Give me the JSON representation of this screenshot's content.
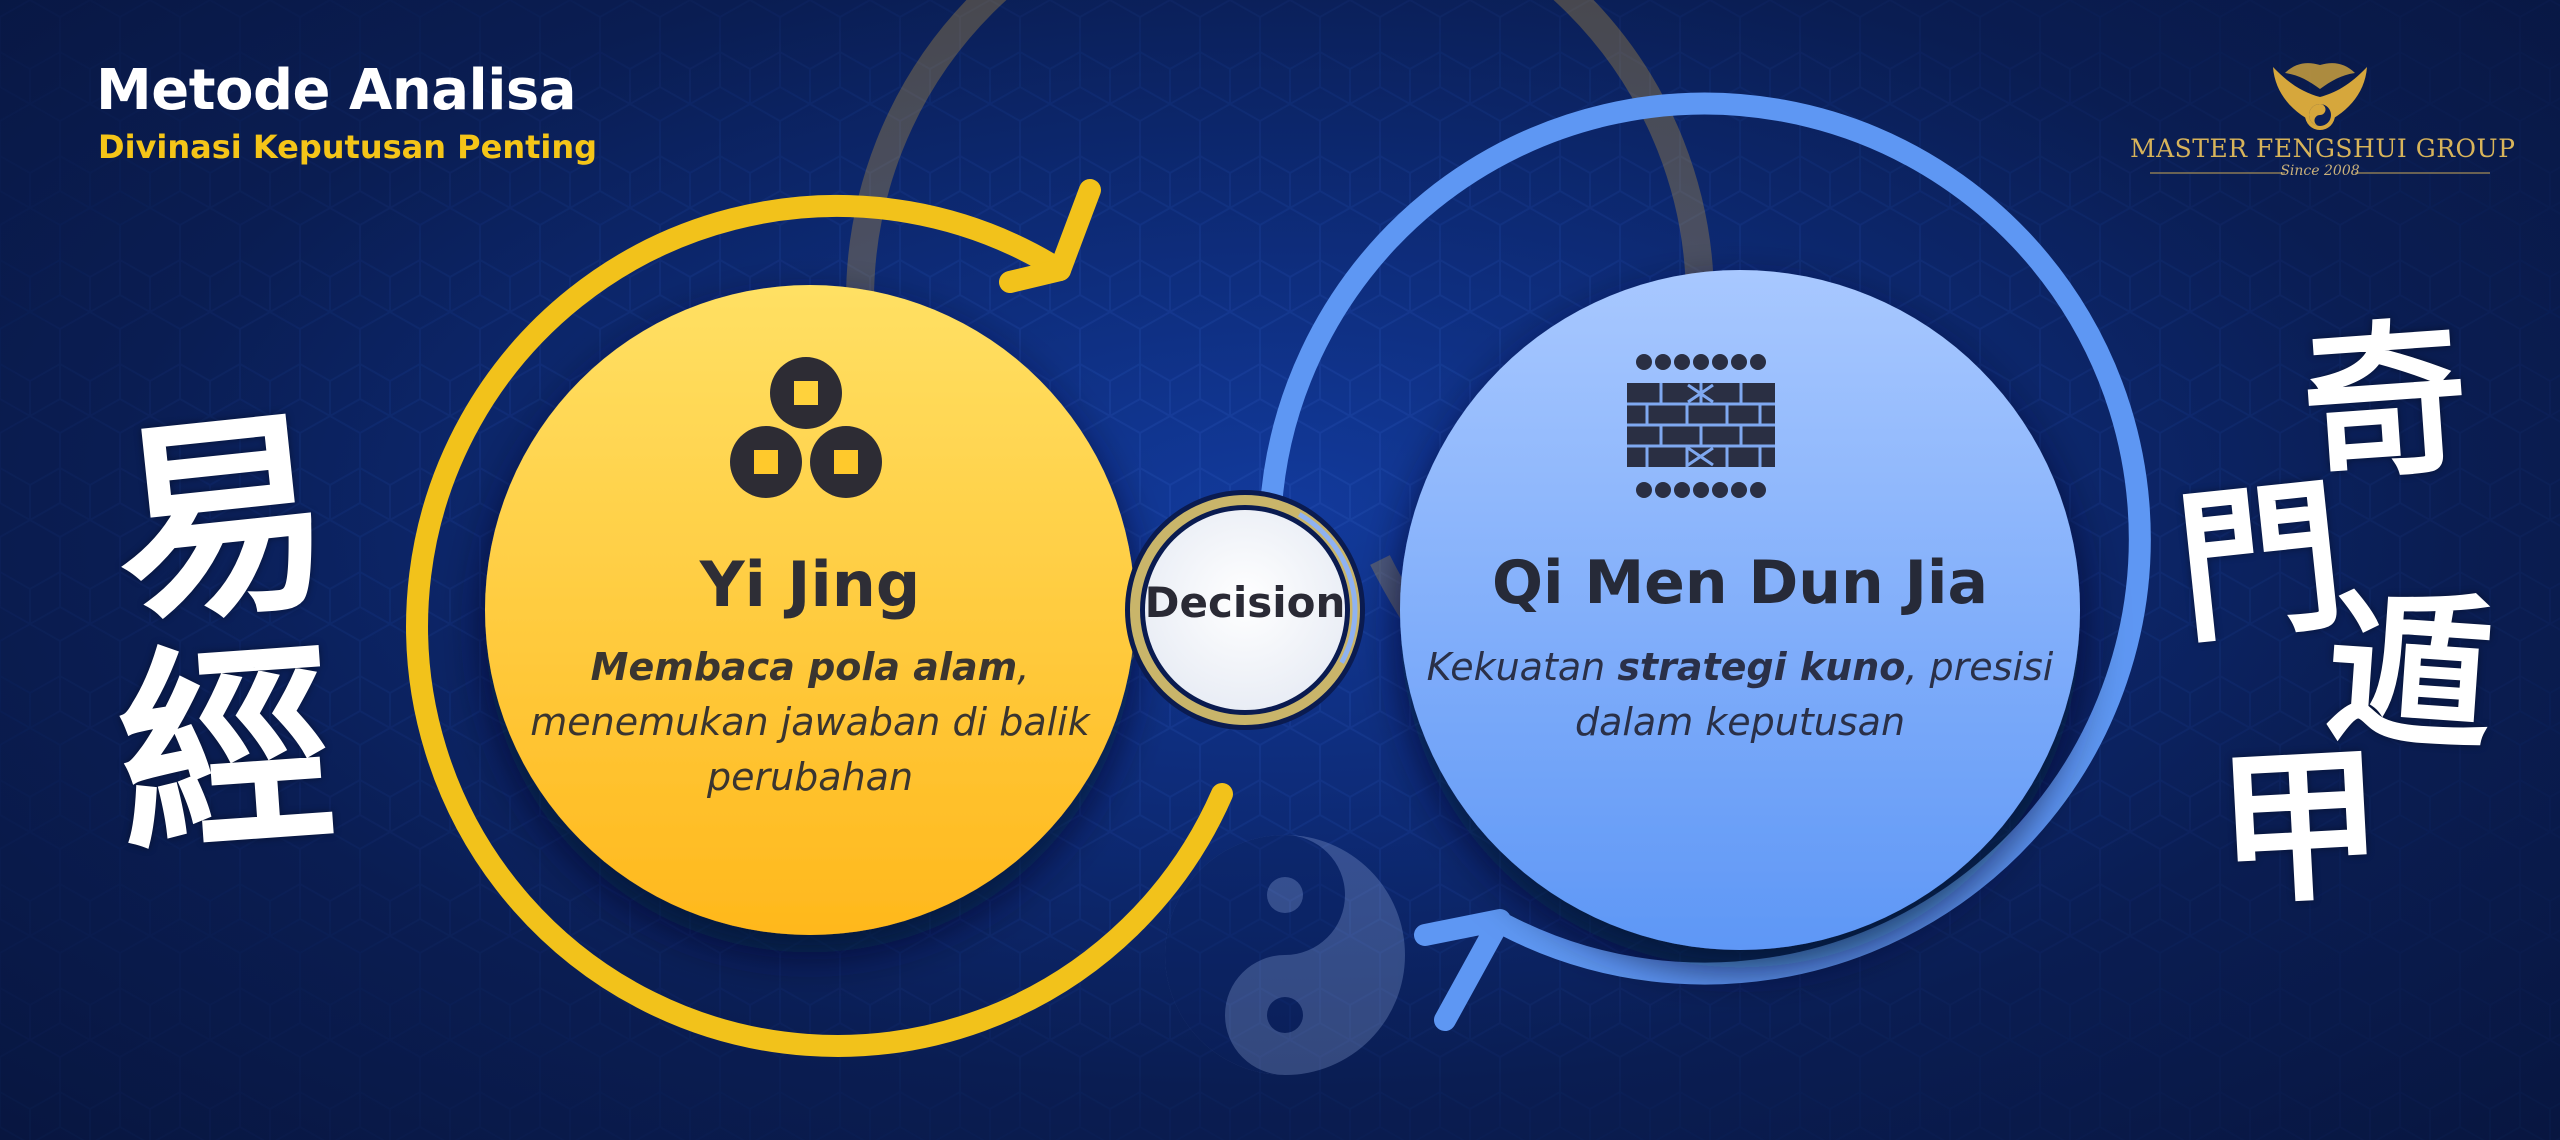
{
  "header": {
    "title": "Metode Analisa",
    "subtitle": "Divinasi Keputusan Penting"
  },
  "logo": {
    "name": "MASTER FENGSHUI GROUP",
    "since": "Since 2008"
  },
  "decoration": {
    "left_calligraphy": "易經",
    "right_calligraphy": "奇門遁甲"
  },
  "center": {
    "label": "Decision"
  },
  "methods": [
    {
      "title": "Yi Jing",
      "desc_bold": "Membaca pola alam",
      "desc_rest": ", menemukan jawaban di balik perubahan",
      "icon": "three-coins-icon",
      "color": "#ffc21c"
    },
    {
      "title": "Qi Men Dun Jia",
      "desc_pre": "Kekuatan ",
      "desc_bold": "strategi kuno",
      "desc_rest": ", presisi dalam keputusan",
      "icon": "qimen-grid-icon",
      "color": "#6ea3ff"
    }
  ],
  "colors": {
    "yellow_ring": "#f2c21b",
    "blue_ring": "#5e97f3",
    "accent_text": "#f5c518",
    "logo_gold": "#d8b45a"
  }
}
